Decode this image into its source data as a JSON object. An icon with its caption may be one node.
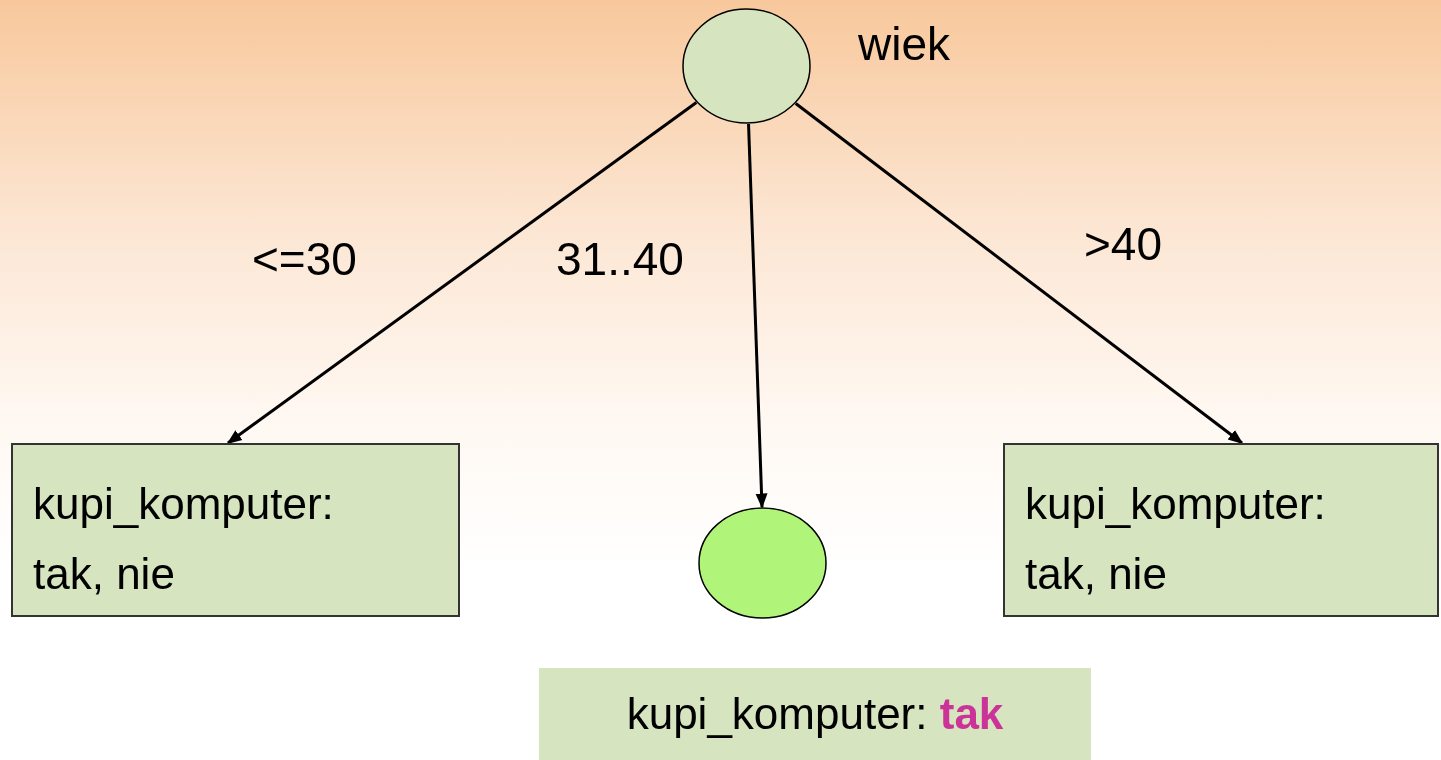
{
  "diagram": {
    "nodes": [
      {
        "text": [],
        "shape": "circle",
        "beside": [
          "wiek"
        ]
      },
      {
        "text": [
          "kupi_komputer: tak, nie"
        ]
      },
      {
        "text": [],
        "shape": "circle"
      },
      {
        "text": [
          "kupi_komputer: tak, nie"
        ]
      },
      {
        "text": [
          "kupi_komputer: **tak**"
        ]
      }
    ],
    "edges": [
      {
        "from": 0,
        "to": 1,
        "arrow": "to",
        "label": "<=30"
      },
      {
        "from": 0,
        "to": 2,
        "arrow": "to",
        "label": "31..40"
      },
      {
        "from": 0,
        "to": 3,
        "arrow": "to",
        "label": ">40"
      }
    ]
  }
}
